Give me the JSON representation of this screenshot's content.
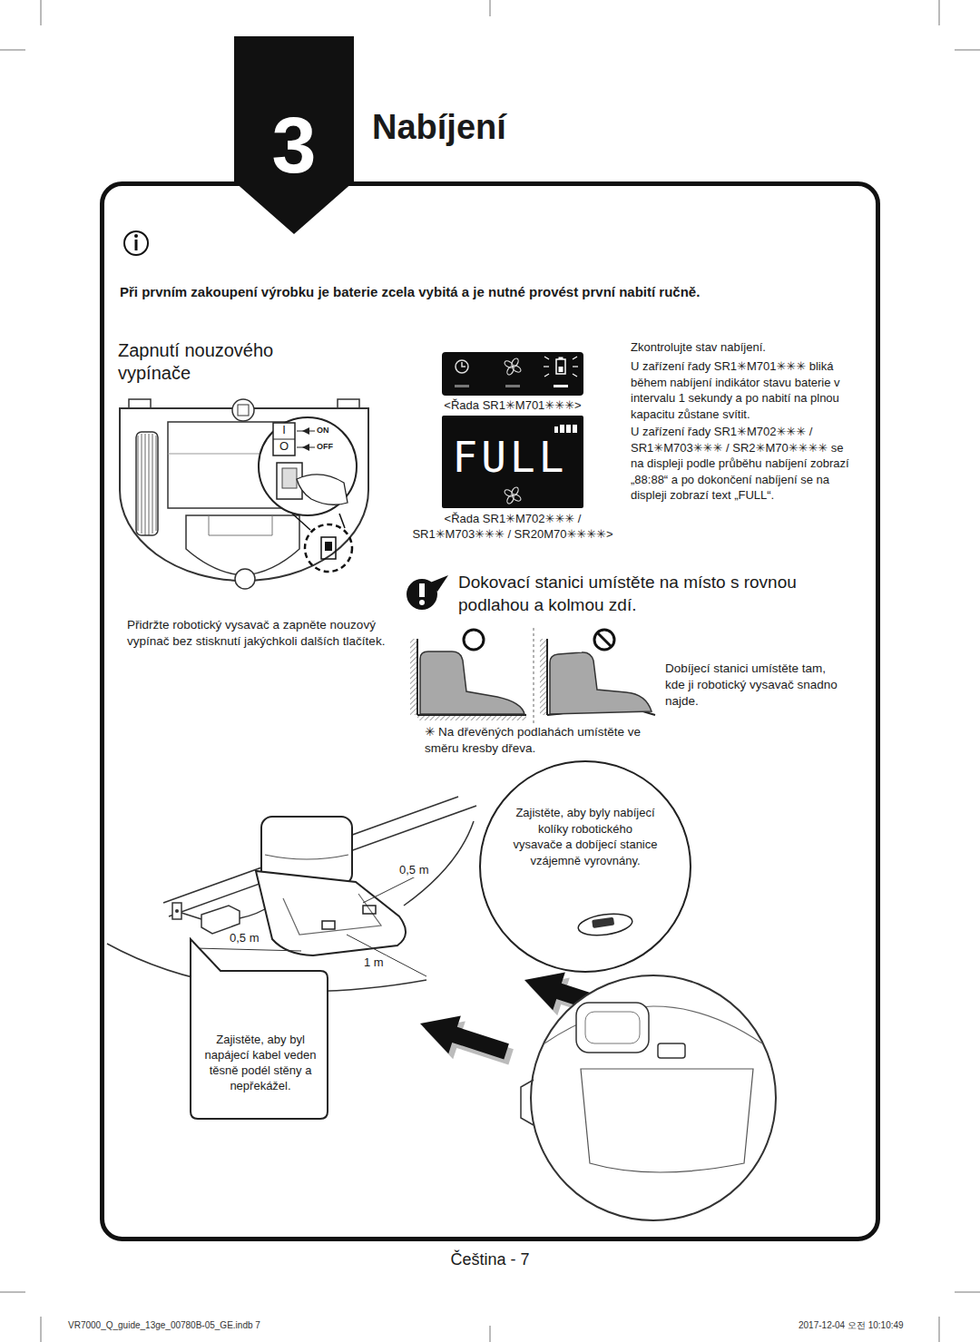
{
  "diagram": {
    "title": "Nabíjení",
    "nodes": [
      {
        "text": [
          "3"
        ]
      },
      {
        "text": [
          "Při prvním zakoupení výrobku je baterie zcela vybitá a je nutné provést první nabití ručně."
        ]
      },
      {
        "text": [
          "I",
          "ON",
          "O",
          "OFF"
        ],
        "in": 1
      },
      {
        "text": [
          "<Řada SR1✳M701✳✳✳>"
        ],
        "in": 1
      },
      {
        "text": [
          "FULL",
          "<Řada SR1✳M702✳✳✳ / SR1✳M703✳✳✳ / SR20M70✳✳✳✳>"
        ],
        "in": 1
      },
      {
        "text": [
          "Zajistěte, aby byly nabíjecí kolíky robotického vysavače a dobíjecí stanice vzájemně vyrovnány."
        ],
        "in": 1
      },
      {
        "text": [
          "Zajistěte, aby byl napájecí kabel veden těsně podél stěny a nepřekážel."
        ],
        "in": 1
      }
    ],
    "labels": [
      "Zapnutí nouzového vypínače",
      "Přidržte robotický vysavač a zapněte nouzový vypínač bez stisknutí jakýchkoli dalších tlačítek.",
      "Zkontrolujte stav nabíjení.",
      "U zařízení řady SR1✳M701✳✳✳ bliká během nabíjení indikátor stavu baterie v intervalu 1 sekundy a po nabití na plnou kapacitu zůstane svítit.",
      "U zařízení řady SR1✳M702✳✳✳ / SR1✳M703✳✳✳ / SR2✳M70✳✳✳✳ se na displeji podle průběhu nabíjení zobrazí „88:88“ a po dokončení nabíjení se na displeji zobrazí text „FULL“.",
      "Dokovací stanici umístěte na místo s rovnou podlahou a kolmou zdí.",
      "Dobíjecí stanici umístěte tam, kde ji robotický vysavač snadno najde.",
      "✳ Na dřevěných podlahách umístěte ve směru kresby dřeva.",
      "0,5 m",
      "0,5 m",
      "1 m",
      "Čeština - 7",
      "VR7000_Q_guide_13ge_00780B-05_GE.indb 7",
      "2017-12-04 오전 10:10:49"
    ]
  }
}
